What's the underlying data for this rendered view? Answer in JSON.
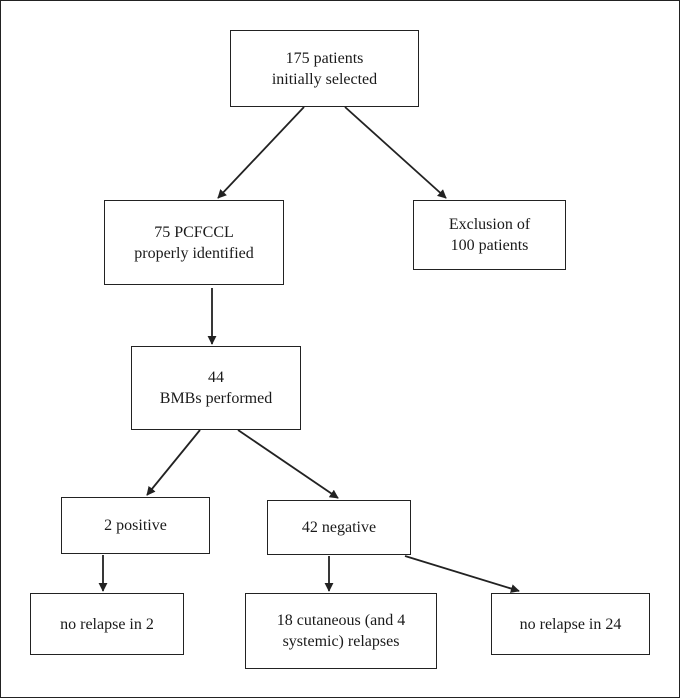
{
  "flowchart": {
    "nodes": [
      {
        "id": "selected",
        "lines": [
          "175 patients",
          "initially selected"
        ]
      },
      {
        "id": "identified",
        "lines": [
          "75 PCFCCL",
          "properly identified"
        ]
      },
      {
        "id": "exclusion",
        "lines": [
          "Exclusion of",
          "100 patients"
        ]
      },
      {
        "id": "bmbs",
        "lines": [
          "44",
          "BMBs performed"
        ]
      },
      {
        "id": "positive",
        "lines": [
          "2 positive"
        ]
      },
      {
        "id": "negative",
        "lines": [
          "42 negative"
        ]
      },
      {
        "id": "no-relapse-2",
        "lines": [
          "no relapse in 2"
        ]
      },
      {
        "id": "relapses",
        "lines": [
          "18 cutaneous (and 4",
          "systemic) relapses"
        ]
      },
      {
        "id": "no-relapse-24",
        "lines": [
          "no relapse in 24"
        ]
      }
    ],
    "edges": [
      {
        "from": "selected",
        "to": "identified"
      },
      {
        "from": "selected",
        "to": "exclusion"
      },
      {
        "from": "identified",
        "to": "bmbs"
      },
      {
        "from": "bmbs",
        "to": "positive"
      },
      {
        "from": "bmbs",
        "to": "negative"
      },
      {
        "from": "positive",
        "to": "no-relapse-2"
      },
      {
        "from": "negative",
        "to": "relapses"
      },
      {
        "from": "negative",
        "to": "no-relapse-24"
      }
    ]
  }
}
